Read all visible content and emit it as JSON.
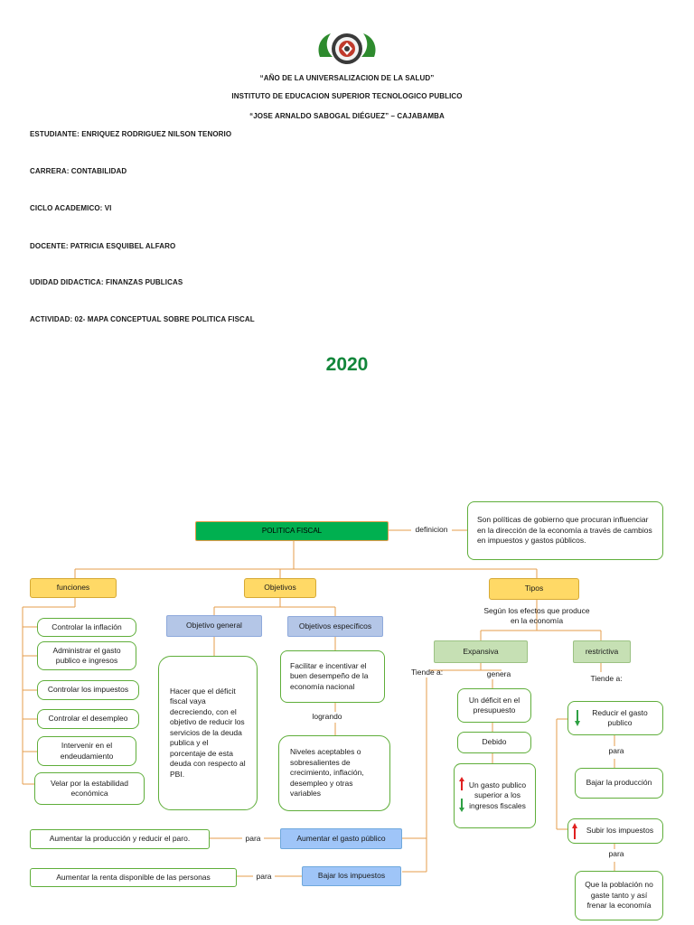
{
  "header": {
    "motto": "“AÑO DE LA UNIVERSALIZACION DE LA SALUD”",
    "institute": "INSTITUTO DE EDUCACION SUPERIOR TECNOLOGICO PUBLICO",
    "campus": "“JOSE ARNALDO SABOGAL DIÉGUEZ” – CAJABAMBA"
  },
  "info": {
    "student": "ESTUDIANTE: ENRIQUEZ RODRIGUEZ NILSON TENORIO",
    "career": "CARRERA: CONTABILIDAD",
    "cycle": "CICLO ACADEMICO: VI",
    "teacher": "DOCENTE: PATRICIA ESQUIBEL ALFARO",
    "unit": "UDIDAD DIDACTICA: FINANZAS PUBLICAS",
    "activity": "ACTIVIDAD: 02- MAPA CONCEPTUAL SOBRE POLITICA FISCAL"
  },
  "year": "2020",
  "map": {
    "root": "POLITICA FISCAL",
    "definition_link": "definicion",
    "definition": "Son políticas de gobierno que procuran influenciar en la dirección de la economía a través de cambios en impuestos y gastos públicos.",
    "funciones": {
      "title": "funciones",
      "items": [
        "Controlar la inflación",
        "Administrar el gasto publico e ingresos",
        "Controlar los impuestos",
        "Controlar el desempleo",
        "Intervenir en el endeudamiento",
        "Velar por la estabilidad económica"
      ]
    },
    "objetivos": {
      "title": "Objetivos",
      "general_title": "Objetivo general",
      "general_text": "Hacer que el déficit fiscal vaya decreciendo, con el objetivo de reducir los servicios de la deuda publica y el porcentaje de esta deuda con respecto al PBI.",
      "specific_title": "Objetivos específicos",
      "specific_text": "Facilitar e incentivar el buen desempeño de la economía nacional",
      "link_logrando": "logrando",
      "result_text": "Niveles aceptables o sobresalientes de crecimiento, inflación, desempleo y otras variables"
    },
    "tipos": {
      "title": "Tipos",
      "subtitle": "Según los efectos que produce en la economía",
      "expansiva": {
        "title": "Expansiva",
        "tiende": "Tiende a:",
        "genera": "genera",
        "deficit": "Un déficit en el presupuesto",
        "debido": "Debido",
        "cause": "Un gasto publico superior a los ingresos fiscales",
        "action1": "Aumentar el gasto público",
        "action1_link": "para",
        "action1_goal": "Aumentar la producción y reducir el paro.",
        "action2": "Bajar los impuestos",
        "action2_link": "para",
        "action2_goal": "Aumentar la renta disponible de las personas"
      },
      "restrictiva": {
        "title": "restrictiva",
        "tiende": "Tiende a:",
        "action1": "Reducir el gasto publico",
        "link1": "para",
        "goal1": "Bajar la producción",
        "action2": "Subir los impuestos",
        "link2": "para",
        "goal2": "Que la población no gaste tanto y así frenar la economía"
      }
    }
  },
  "colors": {
    "accent_green": "#12863a",
    "box_border": "#5fae3a",
    "connector": "#e59c4b",
    "arrow_up": "#e02020",
    "arrow_down": "#2ea043"
  }
}
